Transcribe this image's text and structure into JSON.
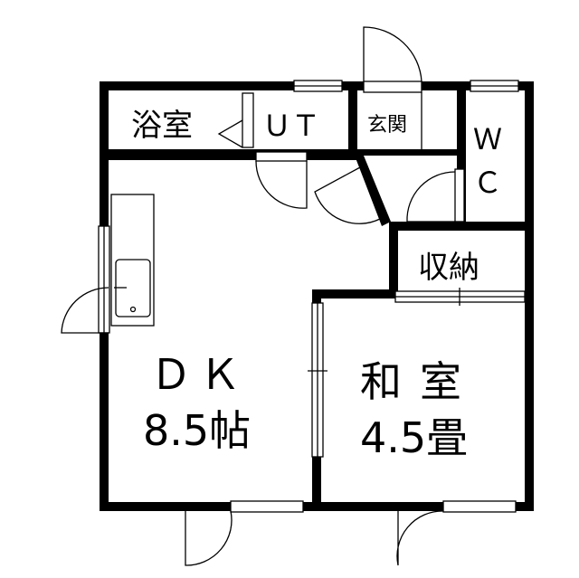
{
  "rooms": {
    "bath": "浴室",
    "ut": "ＵＴ",
    "entrance": "玄関",
    "wc_top": "Ｗ",
    "wc_bottom": "Ｃ",
    "storage": "収納",
    "dk_name": "ＤＫ",
    "dk_size": "8.5帖",
    "washitsu_name": "和室",
    "washitsu_size": "4.5畳"
  }
}
